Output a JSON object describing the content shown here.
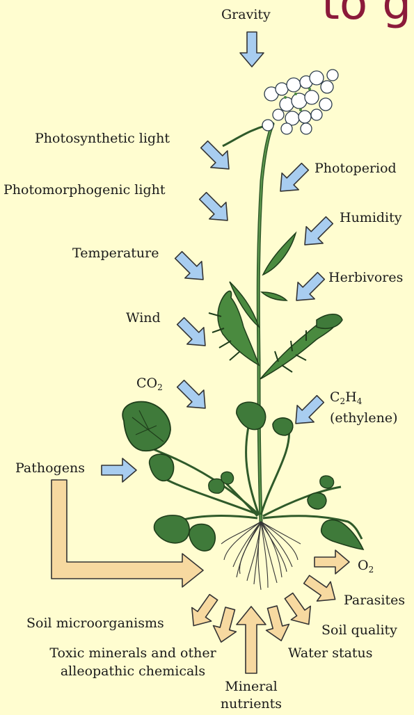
{
  "heading_fragment": "to g",
  "labels": {
    "gravity": "Gravity",
    "photosynthetic_light": "Photosynthetic light",
    "photomorphogenic_light": "Photomorphogenic light",
    "temperature": "Temperature",
    "wind": "Wind",
    "co2_main": "CO",
    "co2_sub": "2",
    "pathogens": "Pathogens",
    "photoperiod": "Photoperiod",
    "humidity": "Humidity",
    "herbivores": "Herbivores",
    "c2h4_c": "C",
    "c2h4_sub1": "2",
    "c2h4_h": "H",
    "c2h4_sub2": "4",
    "ethylene": "(ethylene)",
    "o2_main": "O",
    "o2_sub": "2",
    "parasites": "Parasites",
    "soil_quality": "Soil quality",
    "water_status": "Water status",
    "soil_microorganisms": "Soil microorganisms",
    "toxic_line1": "Toxic minerals and other",
    "toxic_line2": "alleopathic chemicals",
    "mineral_line1": "Mineral",
    "mineral_line2": "nutrients"
  },
  "colors": {
    "background": "#fffdd0",
    "heading": "#8b1a3a",
    "above_ground_arrow": "#a8cdf0",
    "below_ground_arrow": "#f7d9a0",
    "leaf": "#3f7a3a",
    "stem": "#2f5a2a",
    "flower": "#ffffff"
  }
}
